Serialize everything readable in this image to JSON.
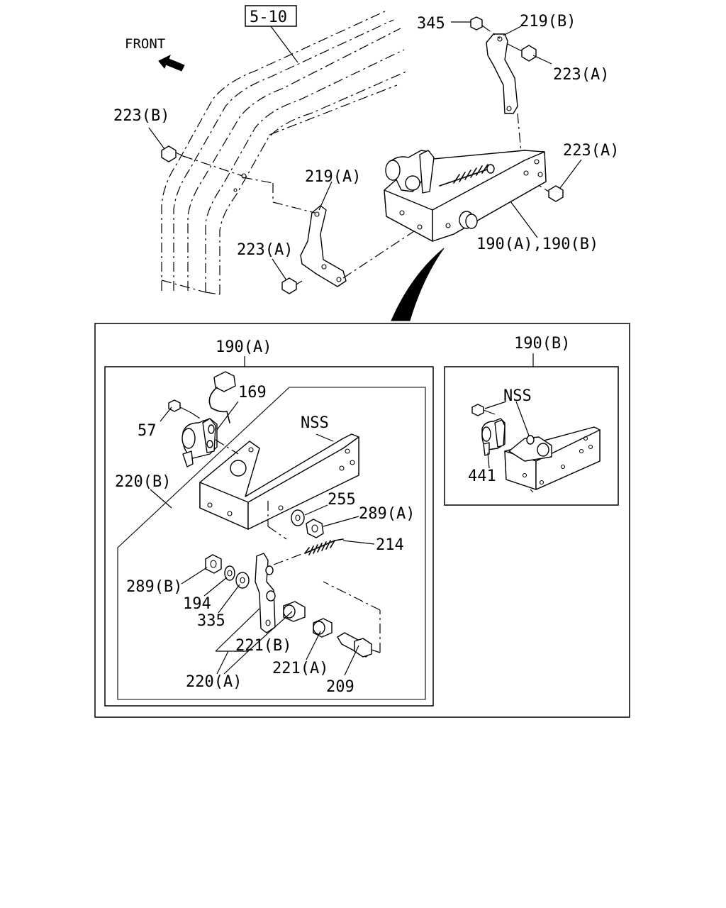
{
  "diagram": {
    "ref_box": "5-10",
    "front_label": "FRONT",
    "labels": {
      "l345": "345",
      "l219b": "219(B)",
      "l223a_top": "223(A)",
      "l223b": "223(B)",
      "l223a_right": "223(A)",
      "l219a": "219(A)",
      "l223a_left": "223(A)",
      "l190ab": "190(A),190(B)",
      "l190a": "190(A)",
      "l190b": "190(B)",
      "l169": "169",
      "l57": "57",
      "l220b": "220(B)",
      "nss_a": "NSS",
      "l255": "255",
      "l289a": "289(A)",
      "l214": "214",
      "l289b": "289(B)",
      "l194": "194",
      "l335": "335",
      "l221b": "221(B)",
      "l221a": "221(A)",
      "l220a": "220(A)",
      "l209": "209",
      "nss_b": "NSS",
      "l441": "441"
    }
  }
}
